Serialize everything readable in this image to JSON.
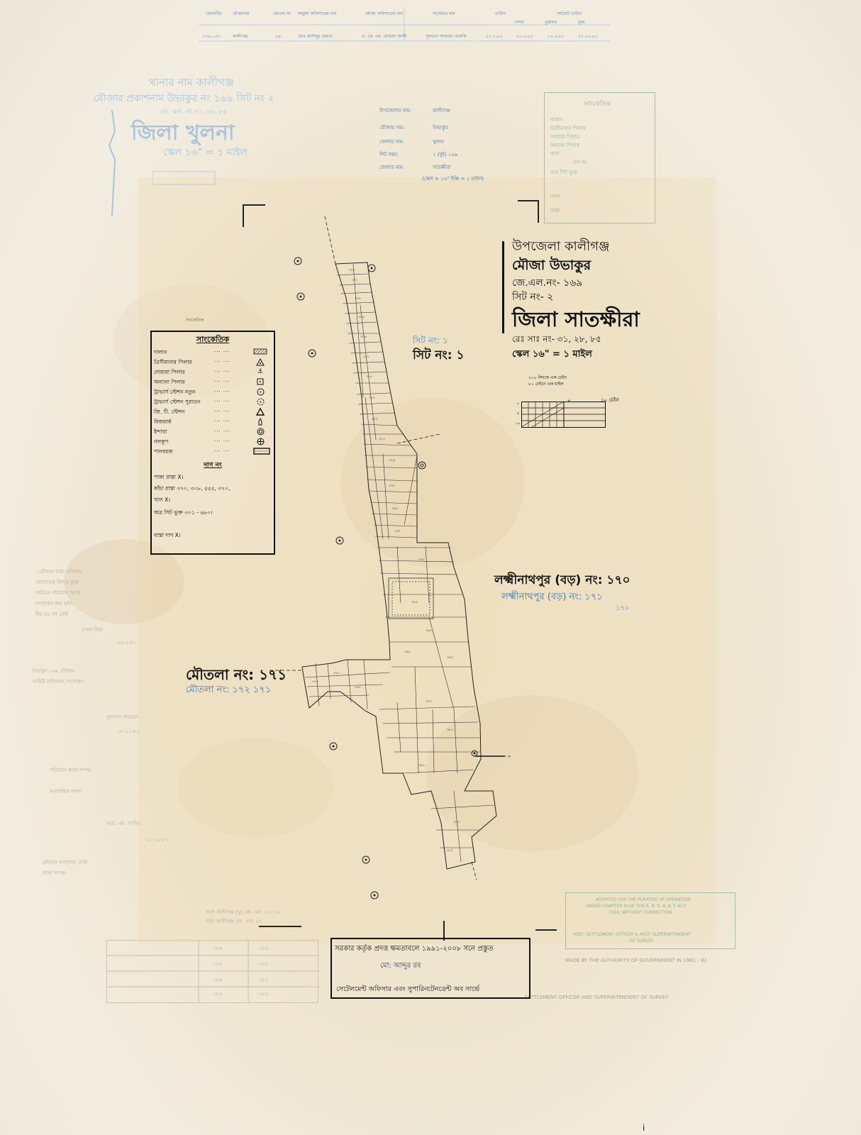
{
  "title_block": {
    "upazila": "উপজেলা কালীগঞ্জ",
    "mouza": "মৌজা উভাকুর",
    "jl_no": "জে.এল.নং- ১৬৯",
    "sheet_no": "সিট নং- ২",
    "district": "জিলা সাতক্ষীরা",
    "revenue_survey": "রেঃ সাঃ নং- ৩১, ২৮, ৮৫",
    "scale": "স্কেল ১৬\" = ১ মাইল"
  },
  "scale_bar": {
    "note_line1": "১০০ লিংকে এক চেইন",
    "note_line2": "৮০ চেইনে এক মাইল",
    "label_zero": "০",
    "label_end": "১০ চেইন",
    "left_ticks": [
      "০",
      "৫",
      "১০"
    ]
  },
  "legend": {
    "header_above": "সাংকেতিক",
    "title": "সাংকেতিক",
    "rows": [
      {
        "label": "দালান",
        "dots": "... ...",
        "symbol": "hatched-rect"
      },
      {
        "label": "ত্রিসীমানার পিলার",
        "dots": "... ...",
        "symbol": "triangle-dot"
      },
      {
        "label": "দোয়ারা পিলার",
        "dots": "... ...",
        "symbol": "anchor"
      },
      {
        "label": "অন্যান্য পিলার",
        "dots": "... ...",
        "symbol": "square-dot"
      },
      {
        "label": "ট্রাভার্স স্টেশন নতুন",
        "dots": "... ...",
        "symbol": "circle-dot"
      },
      {
        "label": "ট্রাভার্স স্টেশন পুরাতন",
        "dots": "... ...",
        "symbol": "dashed-circle"
      },
      {
        "label": "জি. টি. স্টেশন",
        "dots": "... ...",
        "symbol": "triangle"
      },
      {
        "label": "বিজমার্ক",
        "dots": "... ...",
        "symbol": "benchmark"
      },
      {
        "label": "ইন্দারা",
        "dots": "... ...",
        "symbol": "double-circle"
      },
      {
        "label": "নলকূপ",
        "dots": "... ...",
        "symbol": "circle-cross"
      },
      {
        "label": "পানবরজ",
        "dots": "... ...",
        "symbol": "dotted-rect"
      }
    ],
    "dag_title": "দাগ নং",
    "dag_rows": [
      "পাকা রাস্তা  X।",
      "কাঁচা রাস্তা  ৩৭০, ৩০৮, ৫৫৫, ৩৭০,",
      "খাল  X।",
      "অত্র সিট ভুক্ত  ৩০১ - ৬৮০।",
      "বাস্তা দাগ  X।"
    ]
  },
  "map_labels": {
    "sheet1": "সিট নং: ১",
    "sheet1_faded": "সিট নং: ১",
    "laxminathpur": "লক্ষ্মীনাথপুর (বড়) নং: ১৭০",
    "laxminathpur_blue": "লক্ষ্মীনাথপুর (বড়) নং: ১৭১",
    "laxminathpur_blue2": "১৭০",
    "moutala": "মৌতলা নং: ১৭১",
    "moutala_blue": "মৌতলা নং: ১৭২  ১৭১"
  },
  "header_table": {
    "labels": [
      "জেলাটির",
      "মৌজানাম",
      "জেএল নং",
      "মহকুমা অফিসারের নাম",
      "মৌজা অফিসারের নাম",
      "সার্ভেয়ার নাম",
      "তারিখ",
      "সর্বমোট তারিখ",
      "খসড়া",
      "বুঝারত",
      "বুঝা"
    ],
    "values": [
      "১৩৫০-৫৭",
      "কালীগঞ্জ",
      "১৬",
      "মোঃ আনিছুর রহমান",
      "এ. কে. এম. মোস্তফা আলী",
      "সুলতান আহমেদ ফারুকি",
      "১৭-১-৮১",
      "১০-১-৮১",
      "১২-৫-৮১",
      "২৭-১১-৮১"
    ]
  },
  "old_title": {
    "line1": "থানার নাম কালীগঞ্জ",
    "line2": "মৌজার প্রকাশনাম উভাকুর নং ১৬৯ সিট নং ২",
    "line3": "জে. এল. নং ৩১, ৪৮, ৮৫",
    "line4": "জিলা খুলনা",
    "line5": "স্কেল ১৬\" = ১ মাইল"
  },
  "info_block": {
    "rows": [
      {
        "k": "উপজেলার নাম:",
        "v": "কালীগঞ্জ"
      },
      {
        "k": "মৌজার নাম:",
        "v": "উভাকুর"
      },
      {
        "k": "জেলার নাম:",
        "v": "খুলনা"
      },
      {
        "k": "শিট নম্বর:",
        "v": "২ (দুই)  ১৬৯"
      },
      {
        "k": "জেলার নাম:",
        "v": "সাতক্ষীরা"
      },
      {
        "k": "",
        "v": "(স্কেল = ১৬\" ইঞ্চি = ১ মাইল)"
      }
    ]
  },
  "faded_legend": {
    "title": "সাংকেতিক",
    "rows": [
      "দালান",
      "ত্রিসীমানার পিলার",
      "দোয়ারা পিলার",
      "অন্যান্য পিলার",
      "থানা",
      "দাগ নং",
      "অত্র সিট ভুক্ত",
      "নালা",
      "বাস্তা"
    ]
  },
  "certification": {
    "line1": "সরকার কর্তৃক প্রদত্ত ক্ষমতাবলে ১৯৯১-২০০৮ সনে প্রস্তুত",
    "signature": "মো: আব্দুর রব",
    "line2": "সেটেলমেন্ট অফিসার এবং সুপারিনটেনডেন্ট অব সার্ভে"
  },
  "adopt_stamp": {
    "l1": "ADOPTED FOR THE PURPOSE OF OPERATION",
    "l2": "UNDER CHAPTER IV OF THE E. B. S. A. & T. ACT",
    "l3": "1950, WITHOUT CORRECTION.",
    "l4": "ASST. SETTLEMENT OFFICER & ASST. SUPERINTENDENT",
    "l5": "OF SURVEY"
  },
  "made_line": "MADE BY THE AUTHORITY OF GOVERNMENT IN 1981 - 82",
  "settle_line": "SETTLEMENT OFFICER AND SUPERINTENDENT OF SURVEY",
  "notes": [
    "মৌজার মধ্যে খতিয়ান",
    "মোতাবেক বিলাব ভুক্ত",
    "জমিতে পরিবর্তন আছে",
    "সংশোধন করা হইল",
    "বিঃ দ্রঃ সব নোট",
    "সোনা মিয়া",
    "১৬-৫-৮১",
    "উভাকুর ১৬৯ মৌজার",
    "সংশ্লিষ্ট তালিকায় সংশোধন",
    "সুলতান আহমেদ",
    "১৮-১০-৮১",
    "পরিবর্তন কাজ সম্পন্ন",
    "সংশোধিত নকশা",
    "আর. এম. আমিন",
    "১১-১০-৮১",
    "মৌজার সংশোধন নোট",
    "কাজ সম্পন্ন"
  ],
  "faded_table": {
    "r1": "থানা  কালীগঞ্জ (খু)  জে. এল. ৫১, ৫৮",
    "r2": "থানা  কালীগঞ্জ  জে. এল. ২৭",
    "cells": [
      "২৮৮",
      "২৪৫",
      "২৫৫",
      "২৫৫",
      "২৫৯",
      "২৮২",
      "২৮৫",
      "২৫৫"
    ]
  },
  "corner_mark": "i"
}
